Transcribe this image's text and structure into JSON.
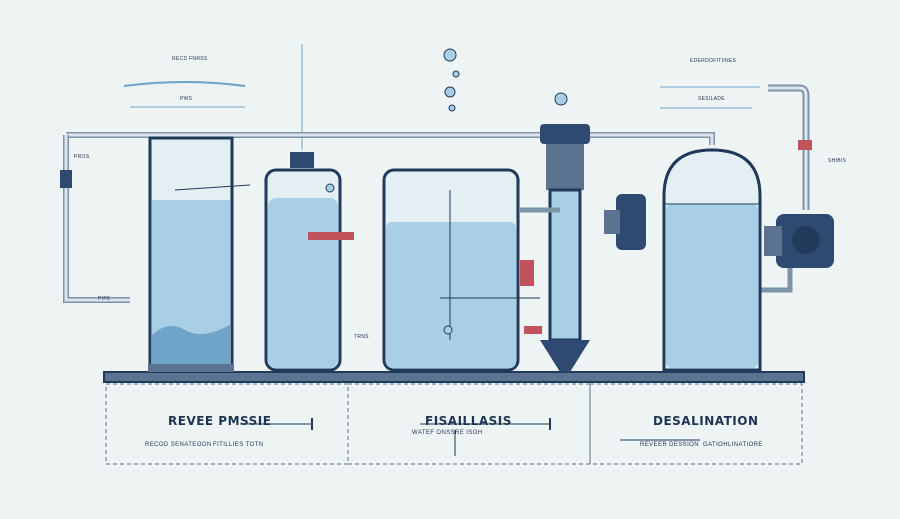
{
  "sections": [
    {
      "title": "REVEE PMSSIE",
      "caption": "RECOD SENATEOON",
      "caption2": "FITILLIES TOTN"
    },
    {
      "title": "FISAILLASIS",
      "caption": "WATEF ONSSRE ISOH",
      "caption2": ""
    },
    {
      "title": "DESALINATION",
      "caption": "REVEER DESSION",
      "caption2": "GATIOHLINATIORE"
    }
  ],
  "callouts": {
    "top_left_1": "RECD FNRSS",
    "top_left_2": "PWS",
    "top_right_1": "EDERDOFITIINES",
    "top_right_2": "SESILADE",
    "left_1": "PROS",
    "left_2": "PIPE",
    "right_1": "SHIBIS",
    "tank_small": "TRNS"
  },
  "colors": {
    "water": "#a9cfe6",
    "water_dark": "#6fa4c8",
    "glass": "#dbe9ef",
    "outline": "#1f3a5a",
    "pipe": "#c9d6df",
    "valve": "#c0535b",
    "pump": "#2f4a70"
  }
}
